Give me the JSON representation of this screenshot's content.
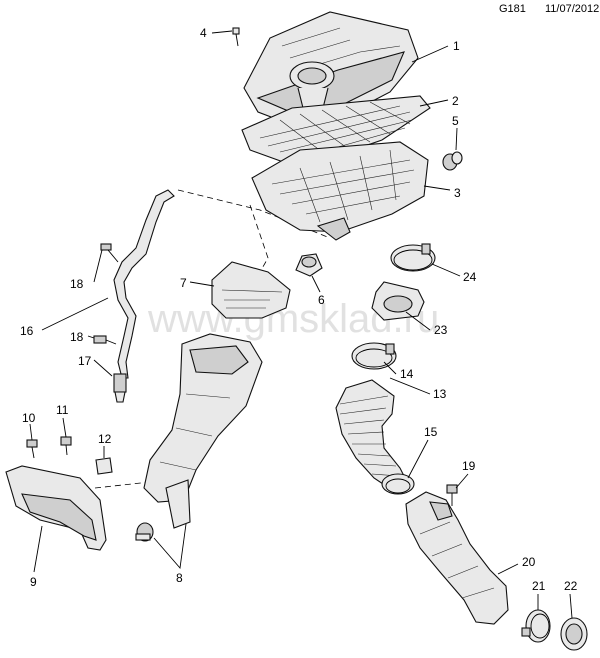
{
  "header": {
    "code": "G181",
    "date": "11/07/2012"
  },
  "watermark": "www.gmsklad.ru",
  "callouts": [
    "1",
    "2",
    "3",
    "4",
    "5",
    "6",
    "7",
    "8",
    "9",
    "10",
    "11",
    "12",
    "13",
    "14",
    "15",
    "16",
    "17",
    "18",
    "18",
    "19",
    "20",
    "21",
    "22",
    "23",
    "24"
  ]
}
